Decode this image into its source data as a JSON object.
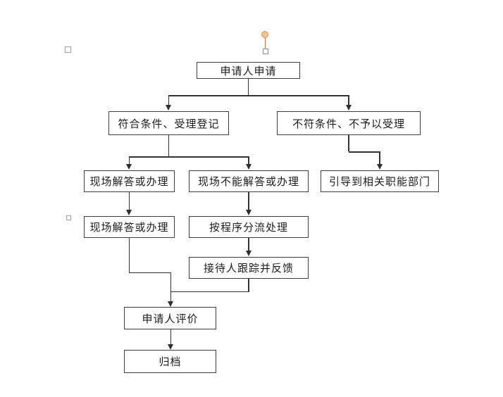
{
  "diagram": {
    "type": "flowchart",
    "nodes": [
      {
        "id": "apply",
        "label": "申请人申请"
      },
      {
        "id": "accept",
        "label": "符合条件、受理登记"
      },
      {
        "id": "reject",
        "label": "不符条件、不予以受理"
      },
      {
        "id": "onsite1",
        "label": "现场解答或办理"
      },
      {
        "id": "cannot",
        "label": "现场不能解答或办理"
      },
      {
        "id": "guide",
        "label": "引导到相关职能部门"
      },
      {
        "id": "onsite2",
        "label": "现场解答或办理"
      },
      {
        "id": "divert",
        "label": "按程序分流处理"
      },
      {
        "id": "track",
        "label": "接待人跟踪并反馈"
      },
      {
        "id": "evaluate",
        "label": "申请人评价"
      },
      {
        "id": "archive",
        "label": "归档"
      }
    ],
    "edges": [
      {
        "from": "apply",
        "to": "accept"
      },
      {
        "from": "apply",
        "to": "reject"
      },
      {
        "from": "accept",
        "to": "onsite1"
      },
      {
        "from": "accept",
        "to": "cannot"
      },
      {
        "from": "reject",
        "to": "guide"
      },
      {
        "from": "onsite1",
        "to": "onsite2"
      },
      {
        "from": "cannot",
        "to": "divert"
      },
      {
        "from": "divert",
        "to": "track"
      },
      {
        "from": "onsite2",
        "to": "evaluate"
      },
      {
        "from": "track",
        "to": "evaluate"
      },
      {
        "from": "evaluate",
        "to": "archive"
      }
    ],
    "colors": {
      "line": "#333333",
      "box_border": "#3d3d3d",
      "box_fill": "#ffffff",
      "text": "#1c1c1c",
      "rotate_handle_fill": "#f6c48e",
      "rotate_handle_stroke": "#e98c46",
      "anchor_border": "#9aa0a8",
      "background": "#ffffff"
    },
    "icons": [
      "rotate-handle-icon",
      "shape-anchor-icon"
    ]
  }
}
